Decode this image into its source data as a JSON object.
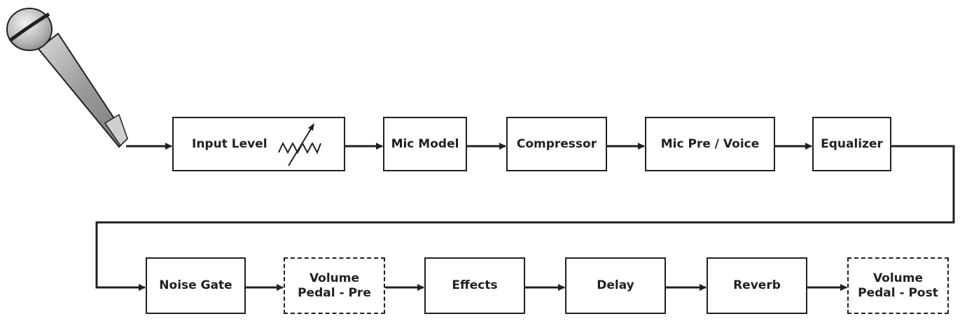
{
  "blocks": [
    {
      "id": "input-level",
      "label": "Input Level",
      "dashed": false
    },
    {
      "id": "mic-model",
      "label": "Mic Model",
      "dashed": false
    },
    {
      "id": "compressor",
      "label": "Compressor",
      "dashed": false
    },
    {
      "id": "mic-pre-voice",
      "label": "Mic Pre / Voice",
      "dashed": false
    },
    {
      "id": "equalizer",
      "label": "Equalizer",
      "dashed": false
    },
    {
      "id": "noise-gate",
      "label": "Noise Gate",
      "dashed": false
    },
    {
      "id": "volume-pedal-pre",
      "label_line1": "Volume",
      "label_line2": "Pedal - Pre",
      "dashed": true
    },
    {
      "id": "effects",
      "label": "Effects",
      "dashed": false
    },
    {
      "id": "delay",
      "label": "Delay",
      "dashed": false
    },
    {
      "id": "reverb",
      "label": "Reverb",
      "dashed": false
    },
    {
      "id": "volume-pedal-post",
      "label_line1": "Volume",
      "label_line2": "Pedal - Post",
      "dashed": true
    }
  ],
  "icons": {
    "source": "microphone-icon",
    "input_level_symbol": "variable-resistor-icon"
  },
  "colors": {
    "line": "#231f20",
    "mic_body": "#8a8a8a",
    "mic_head": "#c8c8c8"
  }
}
